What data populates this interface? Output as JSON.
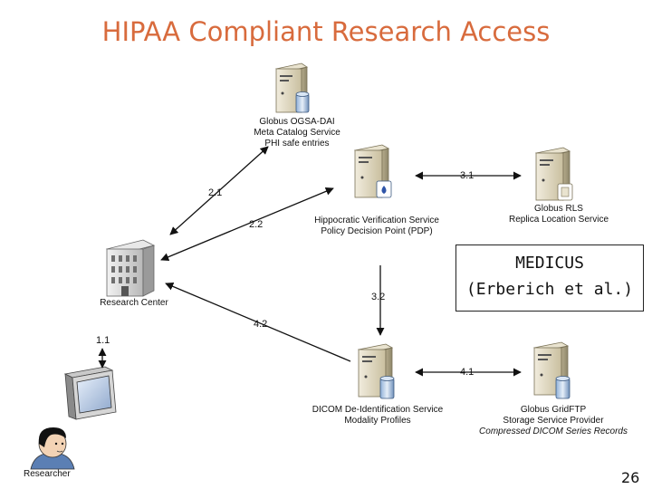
{
  "title": "HIPAA Compliant Research Access",
  "nodes": {
    "ogsa_dai": {
      "lines": [
        "Globus OGSA-DAI",
        "Meta Catalog Service",
        "PHI safe entries"
      ]
    },
    "pdp": {
      "lines": [
        "Hippocratic Verification Service",
        "Policy Decision Point (PDP)"
      ]
    },
    "rls": {
      "lines": [
        "Globus RLS",
        "Replica Location Service"
      ]
    },
    "research_center": {
      "label": "Research Center"
    },
    "deid": {
      "lines": [
        "DICOM De-Identification Service",
        "Modality Profiles"
      ]
    },
    "gridftp": {
      "lines": [
        "Globus GridFTP",
        "Storage Service Provider"
      ],
      "note": "Compressed DICOM Series Records"
    },
    "researcher": {
      "label": "Researcher"
    }
  },
  "edges": {
    "e1_1": "1.1",
    "e2_1": "2.1",
    "e2_2": "2.2",
    "e3_1": "3.1",
    "e3_2": "3.2",
    "e4_1": "4.1",
    "e4_2": "4.2"
  },
  "callout": {
    "line1": "MEDICUS",
    "line2": "(Erberich et al.)"
  },
  "page_number": "26"
}
